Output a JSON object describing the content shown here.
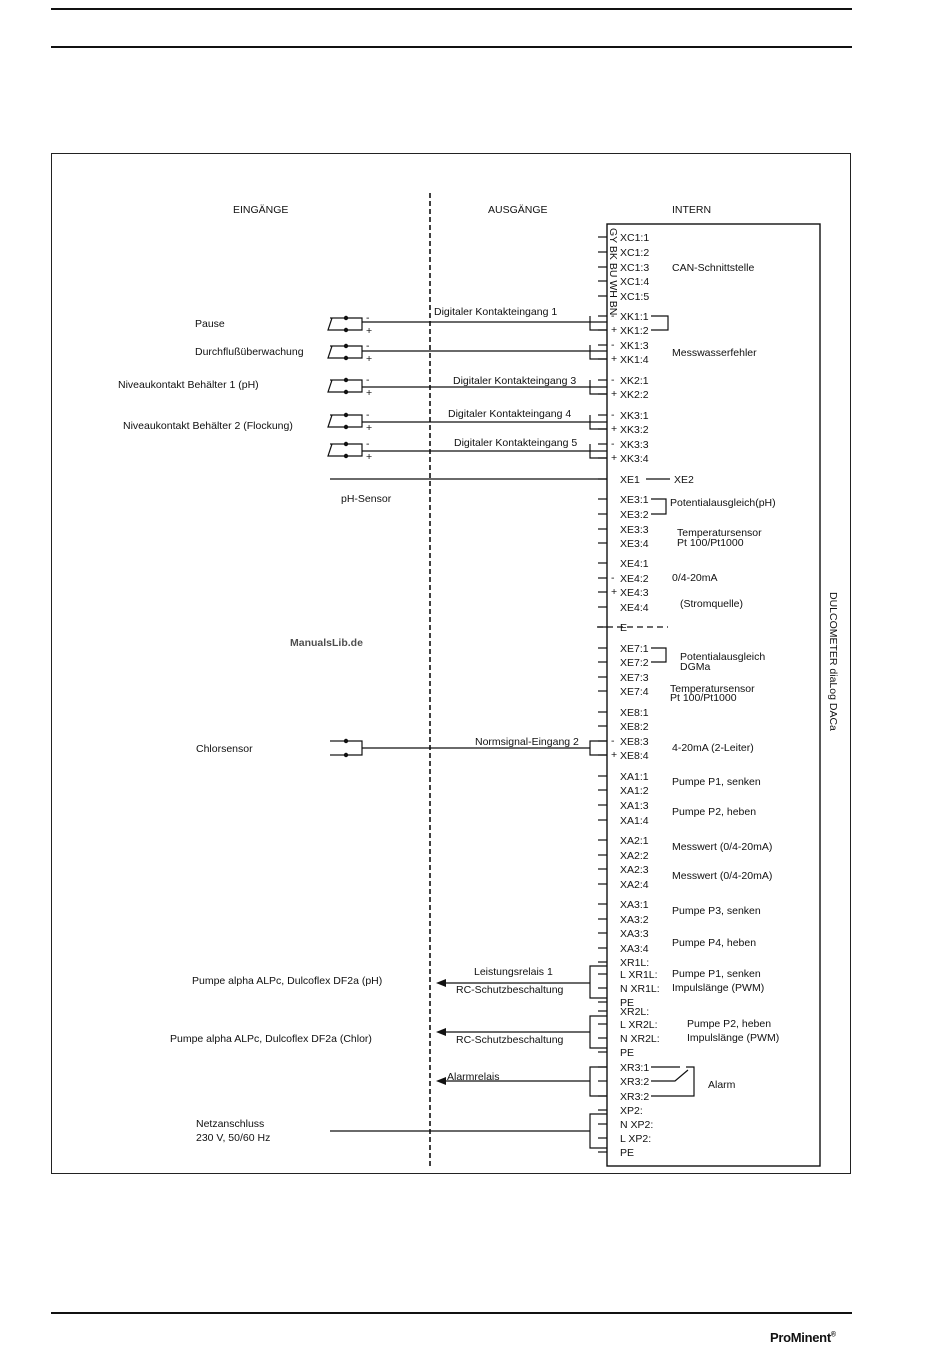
{
  "headings": {
    "inputs": "EINGÄNGE",
    "outputs": "AUSGÄNGE",
    "internal": "INTERN"
  },
  "device_name": "DULCOMETER diaLog DACa",
  "watermark": "ManualsLib.de",
  "brand": "ProMinent",
  "wire_colors": [
    "GY",
    "BK",
    "BU",
    "WH",
    "BN"
  ],
  "terminals": [
    {
      "id": "xc1-1",
      "label": "XC1:1"
    },
    {
      "id": "xc1-2",
      "label": "XC1:2"
    },
    {
      "id": "xc1-3",
      "label": "XC1:3"
    },
    {
      "id": "xc1-4",
      "label": "XC1:4"
    },
    {
      "id": "xc1-5",
      "label": "XC1:5"
    },
    {
      "id": "xk1-1",
      "label": "XK1:1",
      "sign": "-"
    },
    {
      "id": "xk1-2",
      "label": "XK1:2",
      "sign": "+"
    },
    {
      "id": "xk1-3",
      "label": "XK1:3",
      "sign": "-"
    },
    {
      "id": "xk1-4",
      "label": "XK1:4",
      "sign": "+"
    },
    {
      "id": "xk2-1",
      "label": "XK2:1",
      "sign": "-"
    },
    {
      "id": "xk2-2",
      "label": "XK2:2",
      "sign": "+"
    },
    {
      "id": "xk3-1",
      "label": "XK3:1",
      "sign": "-"
    },
    {
      "id": "xk3-2",
      "label": "XK3:2",
      "sign": "+"
    },
    {
      "id": "xk3-3",
      "label": "XK3:3",
      "sign": "-"
    },
    {
      "id": "xk3-4",
      "label": "XK3:4",
      "sign": "+"
    },
    {
      "id": "xe1",
      "label": "XE1"
    },
    {
      "id": "xe3-1",
      "label": "XE3:1"
    },
    {
      "id": "xe3-2",
      "label": "XE3:2"
    },
    {
      "id": "xe3-3",
      "label": "XE3:3"
    },
    {
      "id": "xe3-4",
      "label": "XE3:4"
    },
    {
      "id": "xe4-1",
      "label": "XE4:1"
    },
    {
      "id": "xe4-2",
      "label": "XE4:2",
      "sign": "-"
    },
    {
      "id": "xe4-3",
      "label": "XE4:3",
      "sign": "+"
    },
    {
      "id": "xe4-4",
      "label": "XE4:4"
    },
    {
      "id": "xe5",
      "label": "E"
    },
    {
      "id": "xe7-1",
      "label": "XE7:1"
    },
    {
      "id": "xe7-2",
      "label": "XE7:2"
    },
    {
      "id": "xe7-3",
      "label": "XE7:3"
    },
    {
      "id": "xe7-4",
      "label": "XE7:4"
    },
    {
      "id": "xe8-1",
      "label": "XE8:1"
    },
    {
      "id": "xe8-2",
      "label": "XE8:2"
    },
    {
      "id": "xe8-3",
      "label": "XE8:3",
      "sign": "-"
    },
    {
      "id": "xe8-4",
      "label": "XE8:4",
      "sign": "+"
    },
    {
      "id": "xa1-1",
      "label": "XA1:1"
    },
    {
      "id": "xa1-2",
      "label": "XA1:2"
    },
    {
      "id": "xa1-3",
      "label": "XA1:3"
    },
    {
      "id": "xa1-4",
      "label": "XA1:4"
    },
    {
      "id": "xa2-1",
      "label": "XA2:1"
    },
    {
      "id": "xa2-2",
      "label": "XA2:2"
    },
    {
      "id": "xa2-3",
      "label": "XA2:3"
    },
    {
      "id": "xa2-4",
      "label": "XA2:4"
    },
    {
      "id": "xa3-1",
      "label": "XA3:1"
    },
    {
      "id": "xa3-2",
      "label": "XA3:2"
    },
    {
      "id": "xa3-3",
      "label": "XA3:3"
    },
    {
      "id": "xa3-4",
      "label": "XA3:4"
    },
    {
      "id": "xr1l",
      "label": "XR1L:"
    },
    {
      "id": "xr1l-l",
      "label": "L XR1L:"
    },
    {
      "id": "xr1l-n",
      "label": "N XR1L:"
    },
    {
      "id": "xr1l-pe",
      "label": "PE"
    },
    {
      "id": "xr2l",
      "label": "XR2L:"
    },
    {
      "id": "xr2l-l",
      "label": "L XR2L:"
    },
    {
      "id": "xr2l-n",
      "label": "N XR2L:"
    },
    {
      "id": "xr2l-pe",
      "label": "PE"
    },
    {
      "id": "xr3-1",
      "label": "XR3:1"
    },
    {
      "id": "xr3-2a",
      "label": "XR3:2"
    },
    {
      "id": "xr3-2b",
      "label": "XR3:2"
    },
    {
      "id": "xp2",
      "label": "XP2:"
    },
    {
      "id": "xp2-n",
      "label": "N XP2:"
    },
    {
      "id": "xp2-l",
      "label": "L XP2:"
    },
    {
      "id": "xp2-pe",
      "label": "PE"
    }
  ],
  "internal_labels": [
    {
      "id": "can",
      "text": "CAN-Schnittstelle"
    },
    {
      "id": "messwasser",
      "text": "Messwasserfehler"
    },
    {
      "id": "xe2",
      "text": "XE2"
    },
    {
      "id": "potential-ph",
      "text": "Potentialausgleich(pH)"
    },
    {
      "id": "temp1a",
      "text": "Temperatursensor"
    },
    {
      "id": "temp1b",
      "text": "Pt 100/Pt1000"
    },
    {
      "id": "ma420",
      "text": "0/4-20mA"
    },
    {
      "id": "stromquelle",
      "text": "(Stromquelle)"
    },
    {
      "id": "potential-dgma-a",
      "text": "Potentialausgleich"
    },
    {
      "id": "potential-dgma-b",
      "text": "DGMa"
    },
    {
      "id": "temp2a",
      "text": "Temperatursensor"
    },
    {
      "id": "temp2b",
      "text": "Pt 100/Pt1000"
    },
    {
      "id": "twowire",
      "text": "4-20mA (2-Leiter)"
    },
    {
      "id": "p1-senken",
      "text": "Pumpe P1, senken"
    },
    {
      "id": "p2-heben",
      "text": "Pumpe P2, heben"
    },
    {
      "id": "messwert1",
      "text": "Messwert (0/4-20mA)"
    },
    {
      "id": "messwert2",
      "text": "Messwert (0/4-20mA)"
    },
    {
      "id": "p3-senken",
      "text": "Pumpe P3, senken"
    },
    {
      "id": "p4-heben",
      "text": "Pumpe P4, heben"
    },
    {
      "id": "p1-senken-r",
      "text": "Pumpe P1, senken"
    },
    {
      "id": "impuls1",
      "text": "Impulslänge (PWM)"
    },
    {
      "id": "p2-heben-r",
      "text": "Pumpe P2, heben"
    },
    {
      "id": "impuls2",
      "text": "Impulslänge (PWM)"
    },
    {
      "id": "alarm",
      "text": "Alarm"
    }
  ],
  "output_labels": [
    {
      "id": "dk1",
      "text": "Digitaler Kontakteingang 1"
    },
    {
      "id": "dk3",
      "text": "Digitaler Kontakteingang 3"
    },
    {
      "id": "dk4",
      "text": "Digitaler Kontakteingang 4"
    },
    {
      "id": "dk5",
      "text": "Digitaler Kontakteingang 5"
    },
    {
      "id": "normsignal",
      "text": "Normsignal-Eingang 2"
    },
    {
      "id": "leistung",
      "text": "Leistungsrelais  1"
    },
    {
      "id": "rc1",
      "text": "RC-Schutzbeschaltung"
    },
    {
      "id": "rc2",
      "text": "RC-Schutzbeschaltung"
    },
    {
      "id": "alarmrelais",
      "text": "Alarmrelais"
    }
  ],
  "input_labels": [
    {
      "id": "pause",
      "text": "Pause"
    },
    {
      "id": "durchfluss",
      "text": "Durchflußüberwachung"
    },
    {
      "id": "niveau1",
      "text": "Niveaukontakt  Behälter 1 (pH)"
    },
    {
      "id": "niveau2",
      "text": "Niveaukontakt  Behälter 2 (Flockung)"
    },
    {
      "id": "ph-sensor",
      "text": "pH-Sensor"
    },
    {
      "id": "chlor",
      "text": "Chlorsensor"
    },
    {
      "id": "pumpe-ph",
      "text": "Pumpe alpha ALPc, Dulcoflex DF2a (pH)"
    },
    {
      "id": "pumpe-chlor",
      "text": "Pumpe alpha ALPc, Dulcoflex DF2a (Chlor)"
    },
    {
      "id": "netz1",
      "text": "Netzanschluss"
    },
    {
      "id": "netz2",
      "text": "230 V, 50/60 Hz"
    }
  ]
}
